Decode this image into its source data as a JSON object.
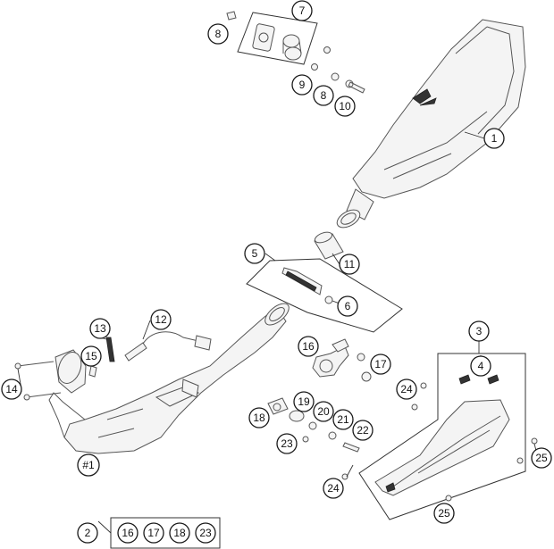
{
  "diagram": {
    "colors": {
      "line": "#555555",
      "ink": "#111111",
      "background": "#ffffff"
    },
    "callouts": {
      "c1": "1",
      "c2": "2",
      "c3": "3",
      "c4": "4",
      "c5": "5",
      "c6": "6",
      "c7": "7",
      "c8a": "8",
      "c8b": "8",
      "c9": "9",
      "c10": "10",
      "c11": "11",
      "c12": "12",
      "c13": "13",
      "c14": "14",
      "c15": "15",
      "c16": "16",
      "c17": "17",
      "c18": "18",
      "c19": "19",
      "c20": "20",
      "c21": "21",
      "c22": "22",
      "c23": "23",
      "c24a": "24",
      "c24b": "24",
      "c25a": "25",
      "c25b": "25",
      "cH1": "#1"
    },
    "kit_2": {
      "label": "2",
      "items": [
        "16",
        "17",
        "18",
        "23"
      ]
    }
  }
}
